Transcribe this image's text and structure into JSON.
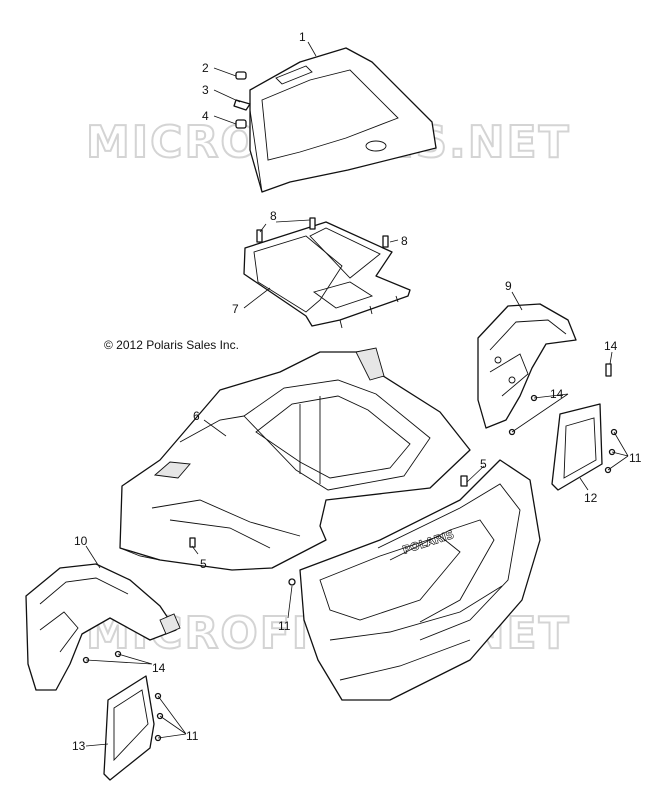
{
  "watermark": {
    "text": "MICROFICHES.NET"
  },
  "copyright": "© 2012 Polaris Sales Inc.",
  "brand_mark": "POLARIS",
  "callouts": [
    {
      "id": "c1",
      "label": "1"
    },
    {
      "id": "c2",
      "label": "2"
    },
    {
      "id": "c3",
      "label": "3"
    },
    {
      "id": "c4",
      "label": "4"
    },
    {
      "id": "c5a",
      "label": "5"
    },
    {
      "id": "c5b",
      "label": "5"
    },
    {
      "id": "c6",
      "label": "6"
    },
    {
      "id": "c7",
      "label": "7"
    },
    {
      "id": "c8a",
      "label": "8"
    },
    {
      "id": "c8b",
      "label": "8"
    },
    {
      "id": "c9",
      "label": "9"
    },
    {
      "id": "c10",
      "label": "10"
    },
    {
      "id": "c11a",
      "label": "11"
    },
    {
      "id": "c11b",
      "label": "11"
    },
    {
      "id": "c11c",
      "label": "11"
    },
    {
      "id": "c12",
      "label": "12"
    },
    {
      "id": "c13",
      "label": "13"
    },
    {
      "id": "c14a",
      "label": "14"
    },
    {
      "id": "c14b",
      "label": "14"
    },
    {
      "id": "c14c",
      "label": "14"
    }
  ]
}
